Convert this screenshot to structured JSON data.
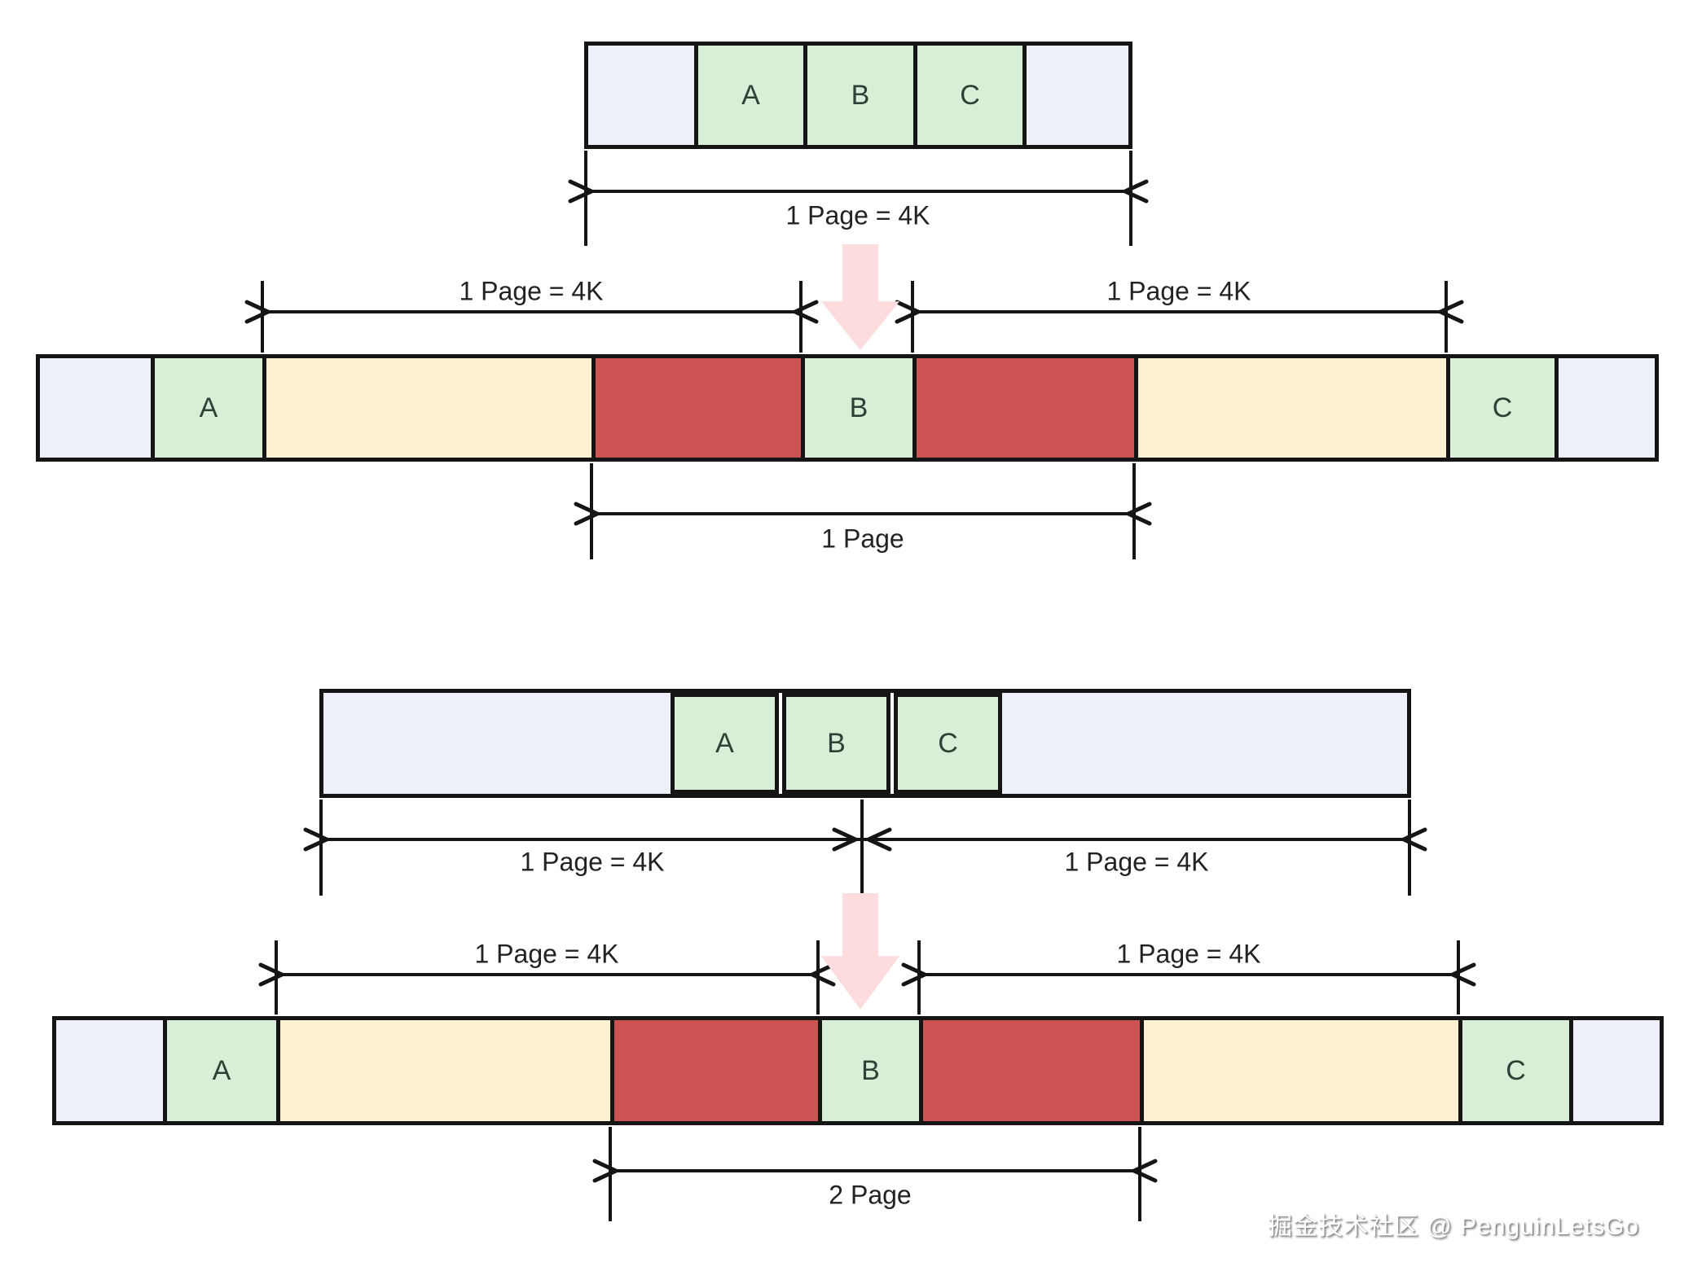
{
  "diagram_top": {
    "source_bar": {
      "segments": [
        {
          "kind": "padding",
          "label": ""
        },
        {
          "kind": "block",
          "label": "A"
        },
        {
          "kind": "block",
          "label": "B"
        },
        {
          "kind": "block",
          "label": "C"
        },
        {
          "kind": "padding",
          "label": ""
        }
      ]
    },
    "source_dim_label": "1 Page = 4K",
    "result_bar": {
      "segments": [
        {
          "kind": "padding",
          "label": ""
        },
        {
          "kind": "block",
          "label": "A"
        },
        {
          "kind": "fill",
          "label": ""
        },
        {
          "kind": "copy",
          "label": ""
        },
        {
          "kind": "block",
          "label": "B"
        },
        {
          "kind": "copy",
          "label": ""
        },
        {
          "kind": "fill",
          "label": ""
        },
        {
          "kind": "block",
          "label": "C"
        },
        {
          "kind": "padding",
          "label": ""
        }
      ]
    },
    "left_page_dim_label": "1 Page = 4K",
    "right_page_dim_label": "1 Page = 4K",
    "locked_region_dim_label": "1 Page"
  },
  "diagram_bottom": {
    "source_bar": {
      "segments": [
        {
          "kind": "padding",
          "label": ""
        },
        {
          "kind": "block",
          "label": "A"
        },
        {
          "kind": "block",
          "label": "B"
        },
        {
          "kind": "block",
          "label": "C"
        },
        {
          "kind": "padding",
          "label": ""
        }
      ]
    },
    "left_source_dim_label": "1 Page = 4K",
    "right_source_dim_label": "1 Page = 4K",
    "result_bar": {
      "segments": [
        {
          "kind": "padding",
          "label": ""
        },
        {
          "kind": "block",
          "label": "A"
        },
        {
          "kind": "fill",
          "label": ""
        },
        {
          "kind": "copy",
          "label": ""
        },
        {
          "kind": "block",
          "label": "B"
        },
        {
          "kind": "copy",
          "label": ""
        },
        {
          "kind": "fill",
          "label": ""
        },
        {
          "kind": "block",
          "label": "C"
        },
        {
          "kind": "padding",
          "label": ""
        }
      ]
    },
    "left_page_dim_label": "1 Page = 4K",
    "right_page_dim_label": "1 Page = 4K",
    "locked_region_dim_label": "2 Page"
  },
  "watermark": "掘金技术社区 @ PenguinLetsGo",
  "palette": {
    "padding": "#edf0f8",
    "block": "#d8eed6",
    "fill": "#fcf2d1",
    "copy": "#cb5351",
    "transform_arrow": "#fcdcdc",
    "line": "#151515"
  }
}
